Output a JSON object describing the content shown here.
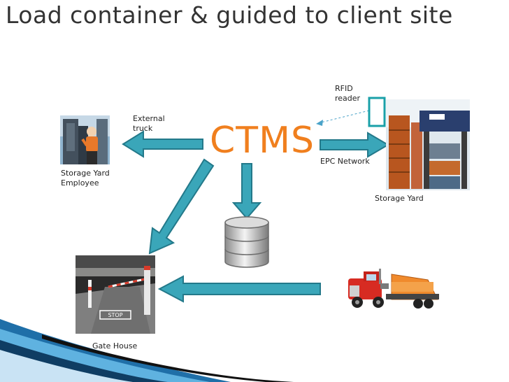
{
  "slide": {
    "title": "Load container & guided to client site"
  },
  "diagram": {
    "center_label": "CTMS",
    "labels": {
      "external_truck": "External truck",
      "storage_yard_employee": "Storage Yard Employee",
      "rfid_reader": "RFID reader",
      "epc_network": "EPC Network",
      "storage_yard": "Storage Yard",
      "gate_house": "Gate House"
    },
    "icons": [
      "storage-yard-employee-photo",
      "storage-yard-crane-photo",
      "rfid-reader-icon",
      "database-icon",
      "truck-icon",
      "gate-house-photo"
    ],
    "colors": {
      "arrow": "#3aa6b9",
      "arrow_outline": "#23798a",
      "ctms": "#f07f1e",
      "rfid_link": "#4aa3c9",
      "accent_band": "#1f5e8c"
    }
  }
}
